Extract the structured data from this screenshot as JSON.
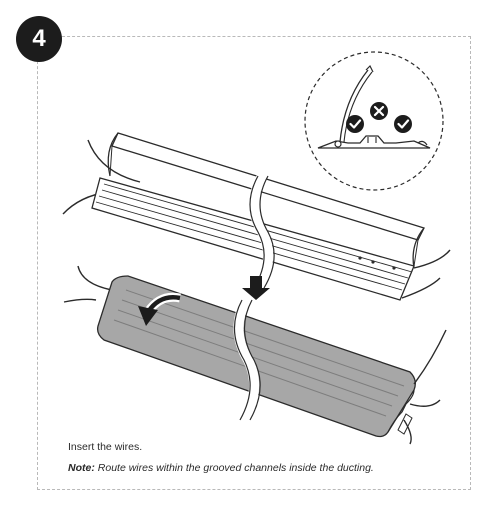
{
  "step": {
    "number": "4"
  },
  "instructions": {
    "caption": "Insert the wires.",
    "note_label": "Note:",
    "note_text": "Route wires within the grooved channels inside the ducting."
  },
  "colors": {
    "line": "#2b2b2b",
    "fill_light": "#ececec",
    "fill_dark": "#a7a7a7",
    "badge": "#1c1c1c",
    "frame": "#b9b9b9"
  },
  "icons": [
    "check-icon",
    "cross-icon",
    "check-icon",
    "arrow-down-icon",
    "curved-arrow-icon"
  ]
}
